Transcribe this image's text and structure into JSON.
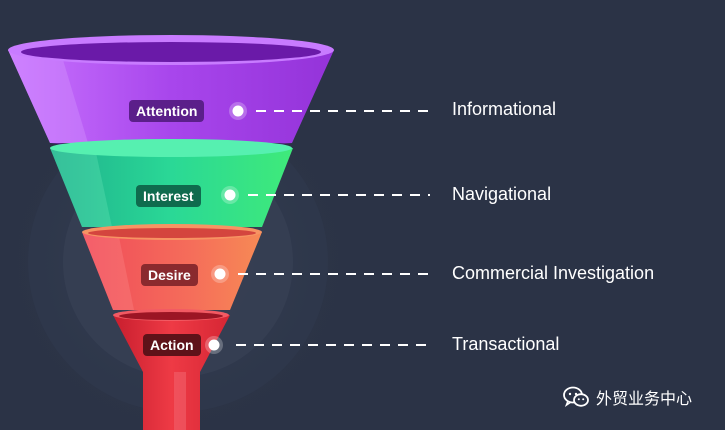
{
  "stages": [
    {
      "label": "Attention",
      "mapping": "Informational",
      "label_bg": "#5b1f8a"
    },
    {
      "label": "Interest",
      "mapping": "Navigational",
      "label_bg": "#0f6b4e"
    },
    {
      "label": "Desire",
      "mapping": "Commercial Investigation",
      "label_bg": "#8a2a2e"
    },
    {
      "label": "Action",
      "mapping": "Transactional",
      "label_bg": "#5e1219"
    }
  ],
  "watermark": {
    "text": "外贸业务中心",
    "icon": "wechat-icon"
  },
  "colors": {
    "background": "#2b3346",
    "attention": "#b04ef0",
    "interest": "#2fd393",
    "desire": "#f06a5a",
    "action": "#e3323e"
  }
}
